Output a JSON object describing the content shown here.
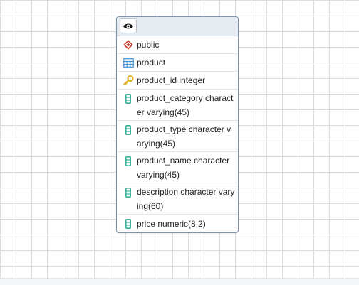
{
  "node": {
    "schema": "public",
    "table": "product",
    "columns": [
      {
        "text": "product_id integer",
        "icon": "key-icon"
      },
      {
        "text": "product_category character varying(45)",
        "icon": "column-icon"
      },
      {
        "text": "product_type character varying(45)",
        "icon": "column-icon"
      },
      {
        "text": "product_name character varying(45)",
        "icon": "column-icon"
      },
      {
        "text": "description character varying(60)",
        "icon": "column-icon"
      },
      {
        "text": "price numeric(8,2)",
        "icon": "column-icon"
      }
    ]
  },
  "colors": {
    "schema_icon": "#c0392b",
    "table_icon": "#3d8fd6",
    "key_icon": "#e0b11c",
    "column_icon": "#1aa383",
    "grid": "#d9dde3",
    "node_border": "#7b93ad"
  }
}
